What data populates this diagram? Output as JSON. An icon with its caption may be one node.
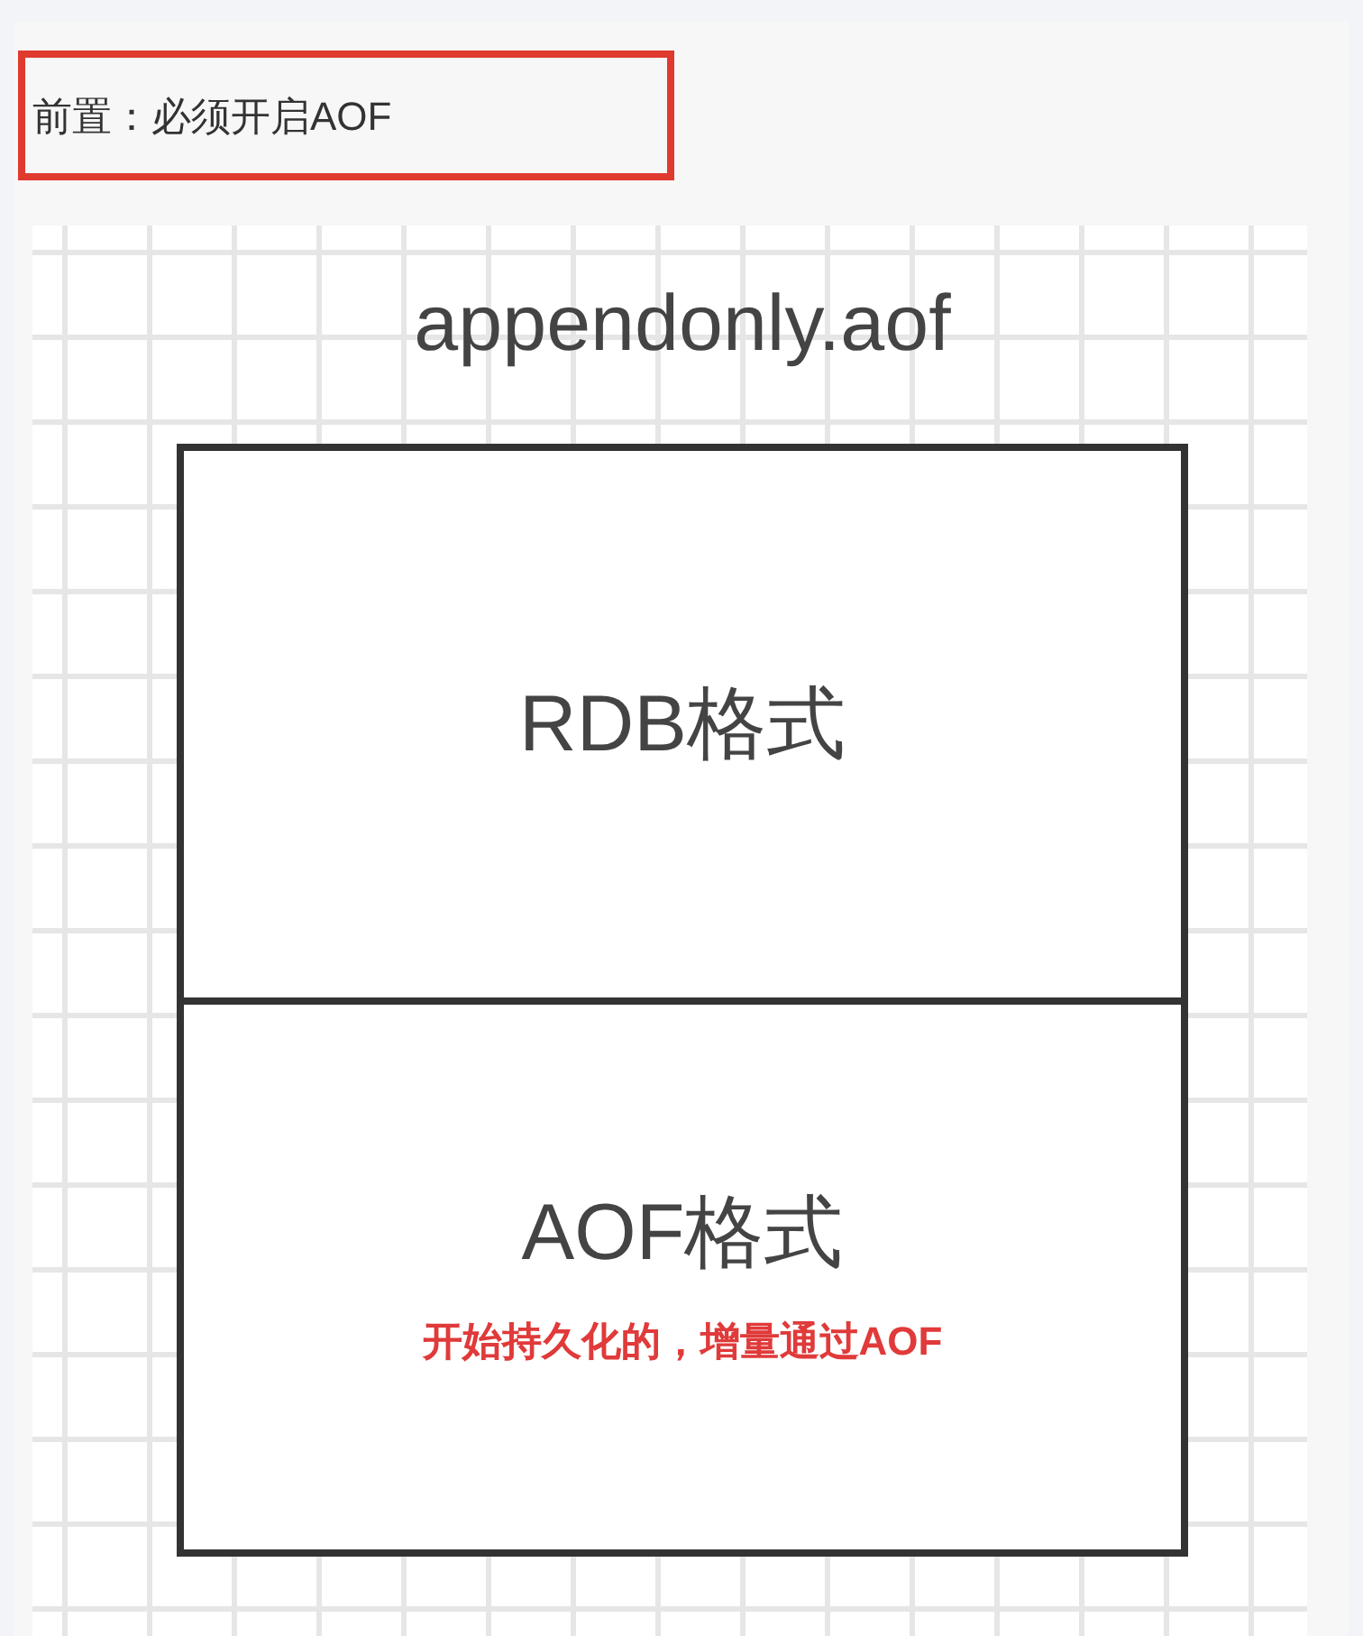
{
  "diagram": {
    "nodes": [
      {
        "text": [
          "前置：必须开启AOF"
        ]
      },
      {
        "text": [
          "appendonly.aof"
        ]
      },
      {
        "text": [
          "RDB格式"
        ],
        "in": 1
      },
      {
        "text": [
          "AOF格式",
          "开始持久化的，增量通过AOF"
        ],
        "in": 1
      }
    ]
  }
}
